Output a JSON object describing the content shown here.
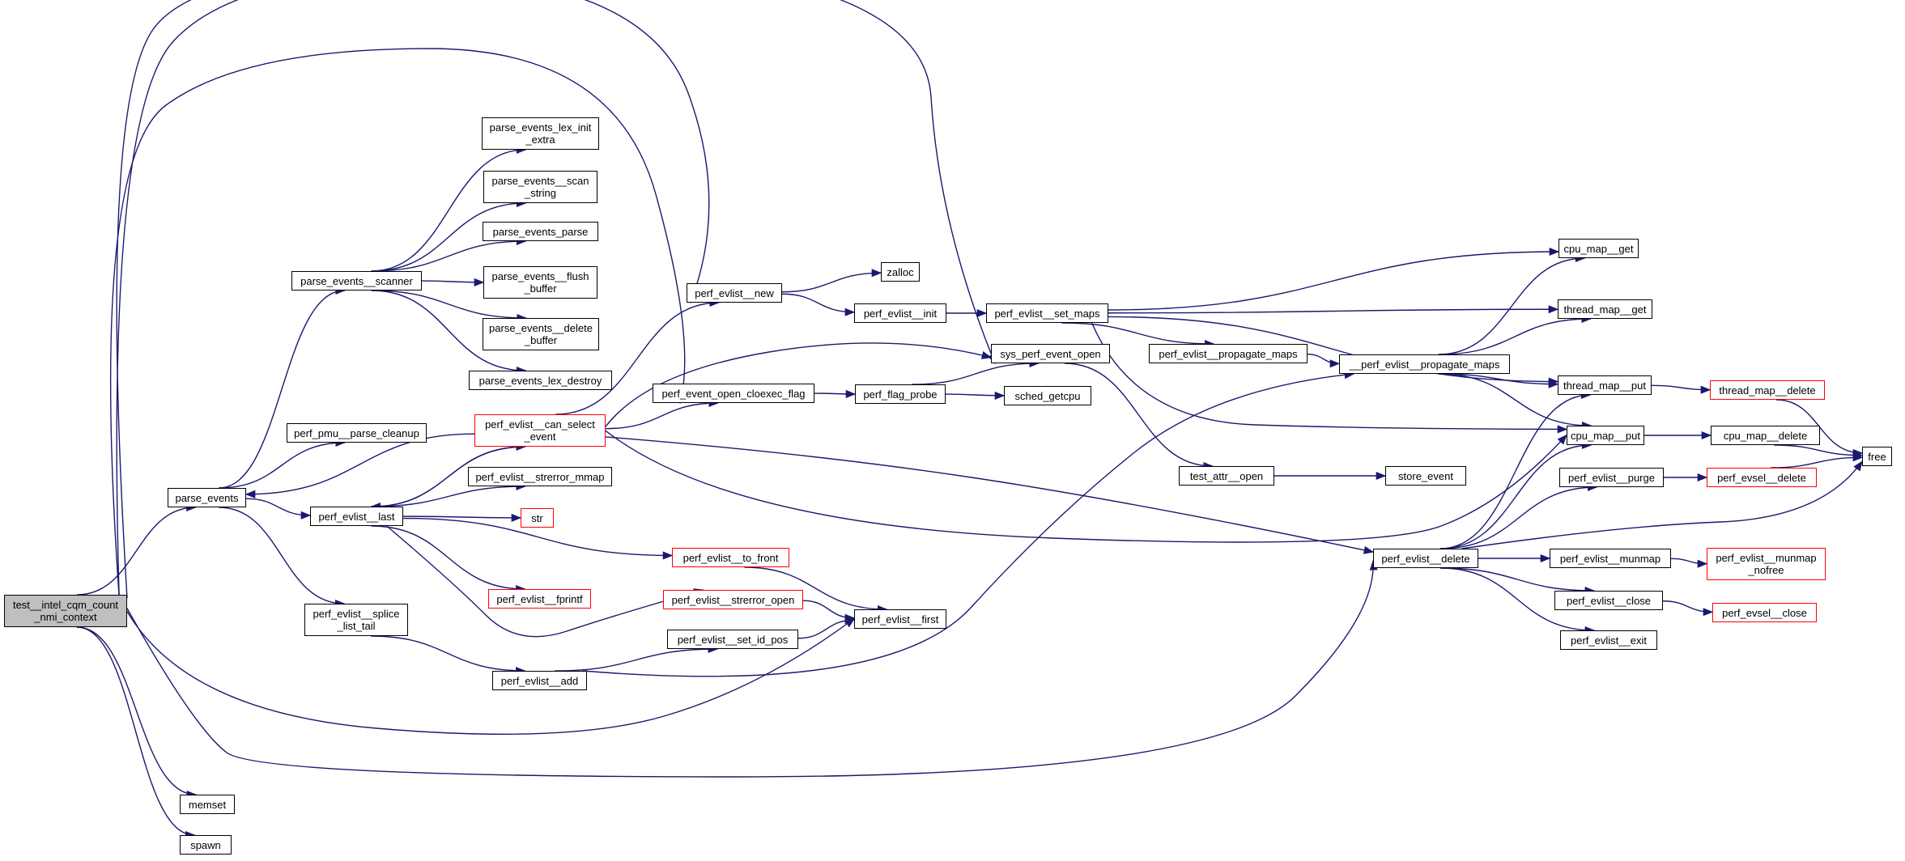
{
  "graph": {
    "title": "call graph of test__intel_cqm_count_nmi_context",
    "colors": {
      "edge": "#191970",
      "node_border": "#000000",
      "truncated_border": "#ff0000",
      "root_fill": "#bfbfbf"
    },
    "nodes": [
      {
        "id": "root",
        "label": "test__intel_cqm_count\n_nmi_context",
        "style": "root"
      },
      {
        "id": "parse_events",
        "label": "parse_events",
        "style": "normal"
      },
      {
        "id": "parse_events__scanner",
        "label": "parse_events__scanner",
        "style": "normal"
      },
      {
        "id": "perf_pmu__parse_cleanup",
        "label": "perf_pmu__parse_cleanup",
        "style": "normal"
      },
      {
        "id": "perf_evlist__last",
        "label": "perf_evlist__last",
        "style": "normal"
      },
      {
        "id": "perf_evlist__splice_list_tail",
        "label": "perf_evlist__splice\n_list_tail",
        "style": "normal"
      },
      {
        "id": "memset",
        "label": "memset",
        "style": "normal"
      },
      {
        "id": "spawn",
        "label": "spawn",
        "style": "normal"
      },
      {
        "id": "lex_init_extra",
        "label": "parse_events_lex_init\n_extra",
        "style": "normal"
      },
      {
        "id": "scan_string",
        "label": "parse_events__scan\n_string",
        "style": "normal"
      },
      {
        "id": "parse_events_parse",
        "label": "parse_events_parse",
        "style": "normal"
      },
      {
        "id": "flush_buffer",
        "label": "parse_events__flush\n_buffer",
        "style": "normal"
      },
      {
        "id": "delete_buffer",
        "label": "parse_events__delete\n_buffer",
        "style": "normal"
      },
      {
        "id": "lex_destroy",
        "label": "parse_events_lex_destroy",
        "style": "normal"
      },
      {
        "id": "can_select_event",
        "label": "perf_evlist__can_select\n_event",
        "style": "truncated"
      },
      {
        "id": "strerror_mmap",
        "label": "perf_evlist__strerror_mmap",
        "style": "normal"
      },
      {
        "id": "str",
        "label": "str",
        "style": "truncated"
      },
      {
        "id": "fprintf",
        "label": "perf_evlist__fprintf",
        "style": "truncated"
      },
      {
        "id": "perf_evlist__add",
        "label": "perf_evlist__add",
        "style": "normal"
      },
      {
        "id": "perf_evlist__new",
        "label": "perf_evlist__new",
        "style": "normal"
      },
      {
        "id": "cloexec_flag",
        "label": "perf_event_open_cloexec_flag",
        "style": "normal"
      },
      {
        "id": "to_front",
        "label": "perf_evlist__to_front",
        "style": "truncated"
      },
      {
        "id": "strerror_open",
        "label": "perf_evlist__strerror_open",
        "style": "truncated"
      },
      {
        "id": "set_id_pos",
        "label": "perf_evlist__set_id_pos",
        "style": "normal"
      },
      {
        "id": "zalloc",
        "label": "zalloc",
        "style": "normal"
      },
      {
        "id": "perf_evlist__init",
        "label": "perf_evlist__init",
        "style": "normal"
      },
      {
        "id": "flag_probe",
        "label": "perf_flag_probe",
        "style": "normal"
      },
      {
        "id": "perf_evlist__first",
        "label": "perf_evlist__first",
        "style": "normal"
      },
      {
        "id": "set_maps",
        "label": "perf_evlist__set_maps",
        "style": "normal"
      },
      {
        "id": "sys_perf_event_open",
        "label": "sys_perf_event_open",
        "style": "normal"
      },
      {
        "id": "sched_getcpu",
        "label": "sched_getcpu",
        "style": "normal"
      },
      {
        "id": "propagate_maps",
        "label": "perf_evlist__propagate_maps",
        "style": "normal"
      },
      {
        "id": "test_attr__open",
        "label": "test_attr__open",
        "style": "normal"
      },
      {
        "id": "__propagate_maps",
        "label": "__perf_evlist__propagate_maps",
        "style": "normal"
      },
      {
        "id": "store_event",
        "label": "store_event",
        "style": "normal"
      },
      {
        "id": "perf_evlist__delete",
        "label": "perf_evlist__delete",
        "style": "normal"
      },
      {
        "id": "cpu_map__get",
        "label": "cpu_map__get",
        "style": "normal"
      },
      {
        "id": "thread_map__get",
        "label": "thread_map__get",
        "style": "normal"
      },
      {
        "id": "thread_map__put",
        "label": "thread_map__put",
        "style": "normal"
      },
      {
        "id": "cpu_map__put",
        "label": "cpu_map__put",
        "style": "normal"
      },
      {
        "id": "perf_evlist__purge",
        "label": "perf_evlist__purge",
        "style": "normal"
      },
      {
        "id": "perf_evlist__munmap",
        "label": "perf_evlist__munmap",
        "style": "normal"
      },
      {
        "id": "perf_evlist__close",
        "label": "perf_evlist__close",
        "style": "normal"
      },
      {
        "id": "perf_evlist__exit",
        "label": "perf_evlist__exit",
        "style": "normal"
      },
      {
        "id": "thread_map__delete",
        "label": "thread_map__delete",
        "style": "truncated"
      },
      {
        "id": "cpu_map__delete",
        "label": "cpu_map__delete",
        "style": "normal"
      },
      {
        "id": "perf_evsel__delete",
        "label": "perf_evsel__delete",
        "style": "truncated"
      },
      {
        "id": "munmap_nofree",
        "label": "perf_evlist__munmap\n_nofree",
        "style": "truncated"
      },
      {
        "id": "perf_evsel__close",
        "label": "perf_evsel__close",
        "style": "truncated"
      },
      {
        "id": "free",
        "label": "free",
        "style": "normal"
      }
    ],
    "edges": [
      [
        "root",
        "parse_events"
      ],
      [
        "root",
        "perf_evlist__new"
      ],
      [
        "root",
        "sys_perf_event_open"
      ],
      [
        "root",
        "cloexec_flag"
      ],
      [
        "root",
        "perf_evlist__first"
      ],
      [
        "root",
        "perf_evlist__delete"
      ],
      [
        "root",
        "memset"
      ],
      [
        "root",
        "spawn"
      ],
      [
        "parse_events",
        "parse_events__scanner"
      ],
      [
        "parse_events",
        "perf_pmu__parse_cleanup"
      ],
      [
        "parse_events",
        "perf_evlist__last"
      ],
      [
        "parse_events",
        "perf_evlist__splice_list_tail"
      ],
      [
        "parse_events__scanner",
        "lex_init_extra"
      ],
      [
        "parse_events__scanner",
        "scan_string"
      ],
      [
        "parse_events__scanner",
        "parse_events_parse"
      ],
      [
        "parse_events__scanner",
        "flush_buffer"
      ],
      [
        "parse_events__scanner",
        "delete_buffer"
      ],
      [
        "parse_events__scanner",
        "lex_destroy"
      ],
      [
        "perf_evlist__last",
        "can_select_event"
      ],
      [
        "perf_evlist__last",
        "strerror_mmap"
      ],
      [
        "perf_evlist__last",
        "str"
      ],
      [
        "perf_evlist__last",
        "fprintf"
      ],
      [
        "perf_evlist__last",
        "to_front"
      ],
      [
        "perf_evlist__last",
        "strerror_open"
      ],
      [
        "can_select_event",
        "parse_events"
      ],
      [
        "can_select_event",
        "perf_evlist__last"
      ],
      [
        "can_select_event",
        "perf_evlist__new"
      ],
      [
        "can_select_event",
        "cloexec_flag"
      ],
      [
        "can_select_event",
        "sys_perf_event_open"
      ],
      [
        "can_select_event",
        "perf_evlist__delete"
      ],
      [
        "can_select_event",
        "cpu_map__put"
      ],
      [
        "perf_evlist__splice_list_tail",
        "perf_evlist__add"
      ],
      [
        "perf_evlist__add",
        "set_id_pos"
      ],
      [
        "perf_evlist__add",
        "__propagate_maps"
      ],
      [
        "set_id_pos",
        "perf_evlist__first"
      ],
      [
        "to_front",
        "perf_evlist__first"
      ],
      [
        "strerror_open",
        "perf_evlist__first"
      ],
      [
        "perf_evlist__new",
        "zalloc"
      ],
      [
        "perf_evlist__new",
        "perf_evlist__init"
      ],
      [
        "perf_evlist__init",
        "set_maps"
      ],
      [
        "cloexec_flag",
        "flag_probe"
      ],
      [
        "flag_probe",
        "sys_perf_event_open"
      ],
      [
        "flag_probe",
        "sched_getcpu"
      ],
      [
        "sys_perf_event_open",
        "test_attr__open"
      ],
      [
        "test_attr__open",
        "store_event"
      ],
      [
        "set_maps",
        "cpu_map__get"
      ],
      [
        "set_maps",
        "thread_map__get"
      ],
      [
        "set_maps",
        "thread_map__put"
      ],
      [
        "set_maps",
        "propagate_maps"
      ],
      [
        "set_maps",
        "cpu_map__put"
      ],
      [
        "propagate_maps",
        "__propagate_maps"
      ],
      [
        "__propagate_maps",
        "cpu_map__get"
      ],
      [
        "__propagate_maps",
        "thread_map__get"
      ],
      [
        "__propagate_maps",
        "thread_map__put"
      ],
      [
        "__propagate_maps",
        "cpu_map__put"
      ],
      [
        "perf_evlist__delete",
        "cpu_map__put"
      ],
      [
        "perf_evlist__delete",
        "thread_map__put"
      ],
      [
        "perf_evlist__delete",
        "perf_evlist__purge"
      ],
      [
        "perf_evlist__delete",
        "perf_evlist__munmap"
      ],
      [
        "perf_evlist__delete",
        "perf_evlist__close"
      ],
      [
        "perf_evlist__delete",
        "perf_evlist__exit"
      ],
      [
        "perf_evlist__delete",
        "free"
      ],
      [
        "thread_map__put",
        "thread_map__delete"
      ],
      [
        "cpu_map__put",
        "cpu_map__delete"
      ],
      [
        "perf_evlist__purge",
        "perf_evsel__delete"
      ],
      [
        "perf_evlist__munmap",
        "munmap_nofree"
      ],
      [
        "perf_evlist__close",
        "perf_evsel__close"
      ],
      [
        "thread_map__delete",
        "free"
      ],
      [
        "cpu_map__delete",
        "free"
      ],
      [
        "perf_evsel__delete",
        "free"
      ]
    ]
  }
}
